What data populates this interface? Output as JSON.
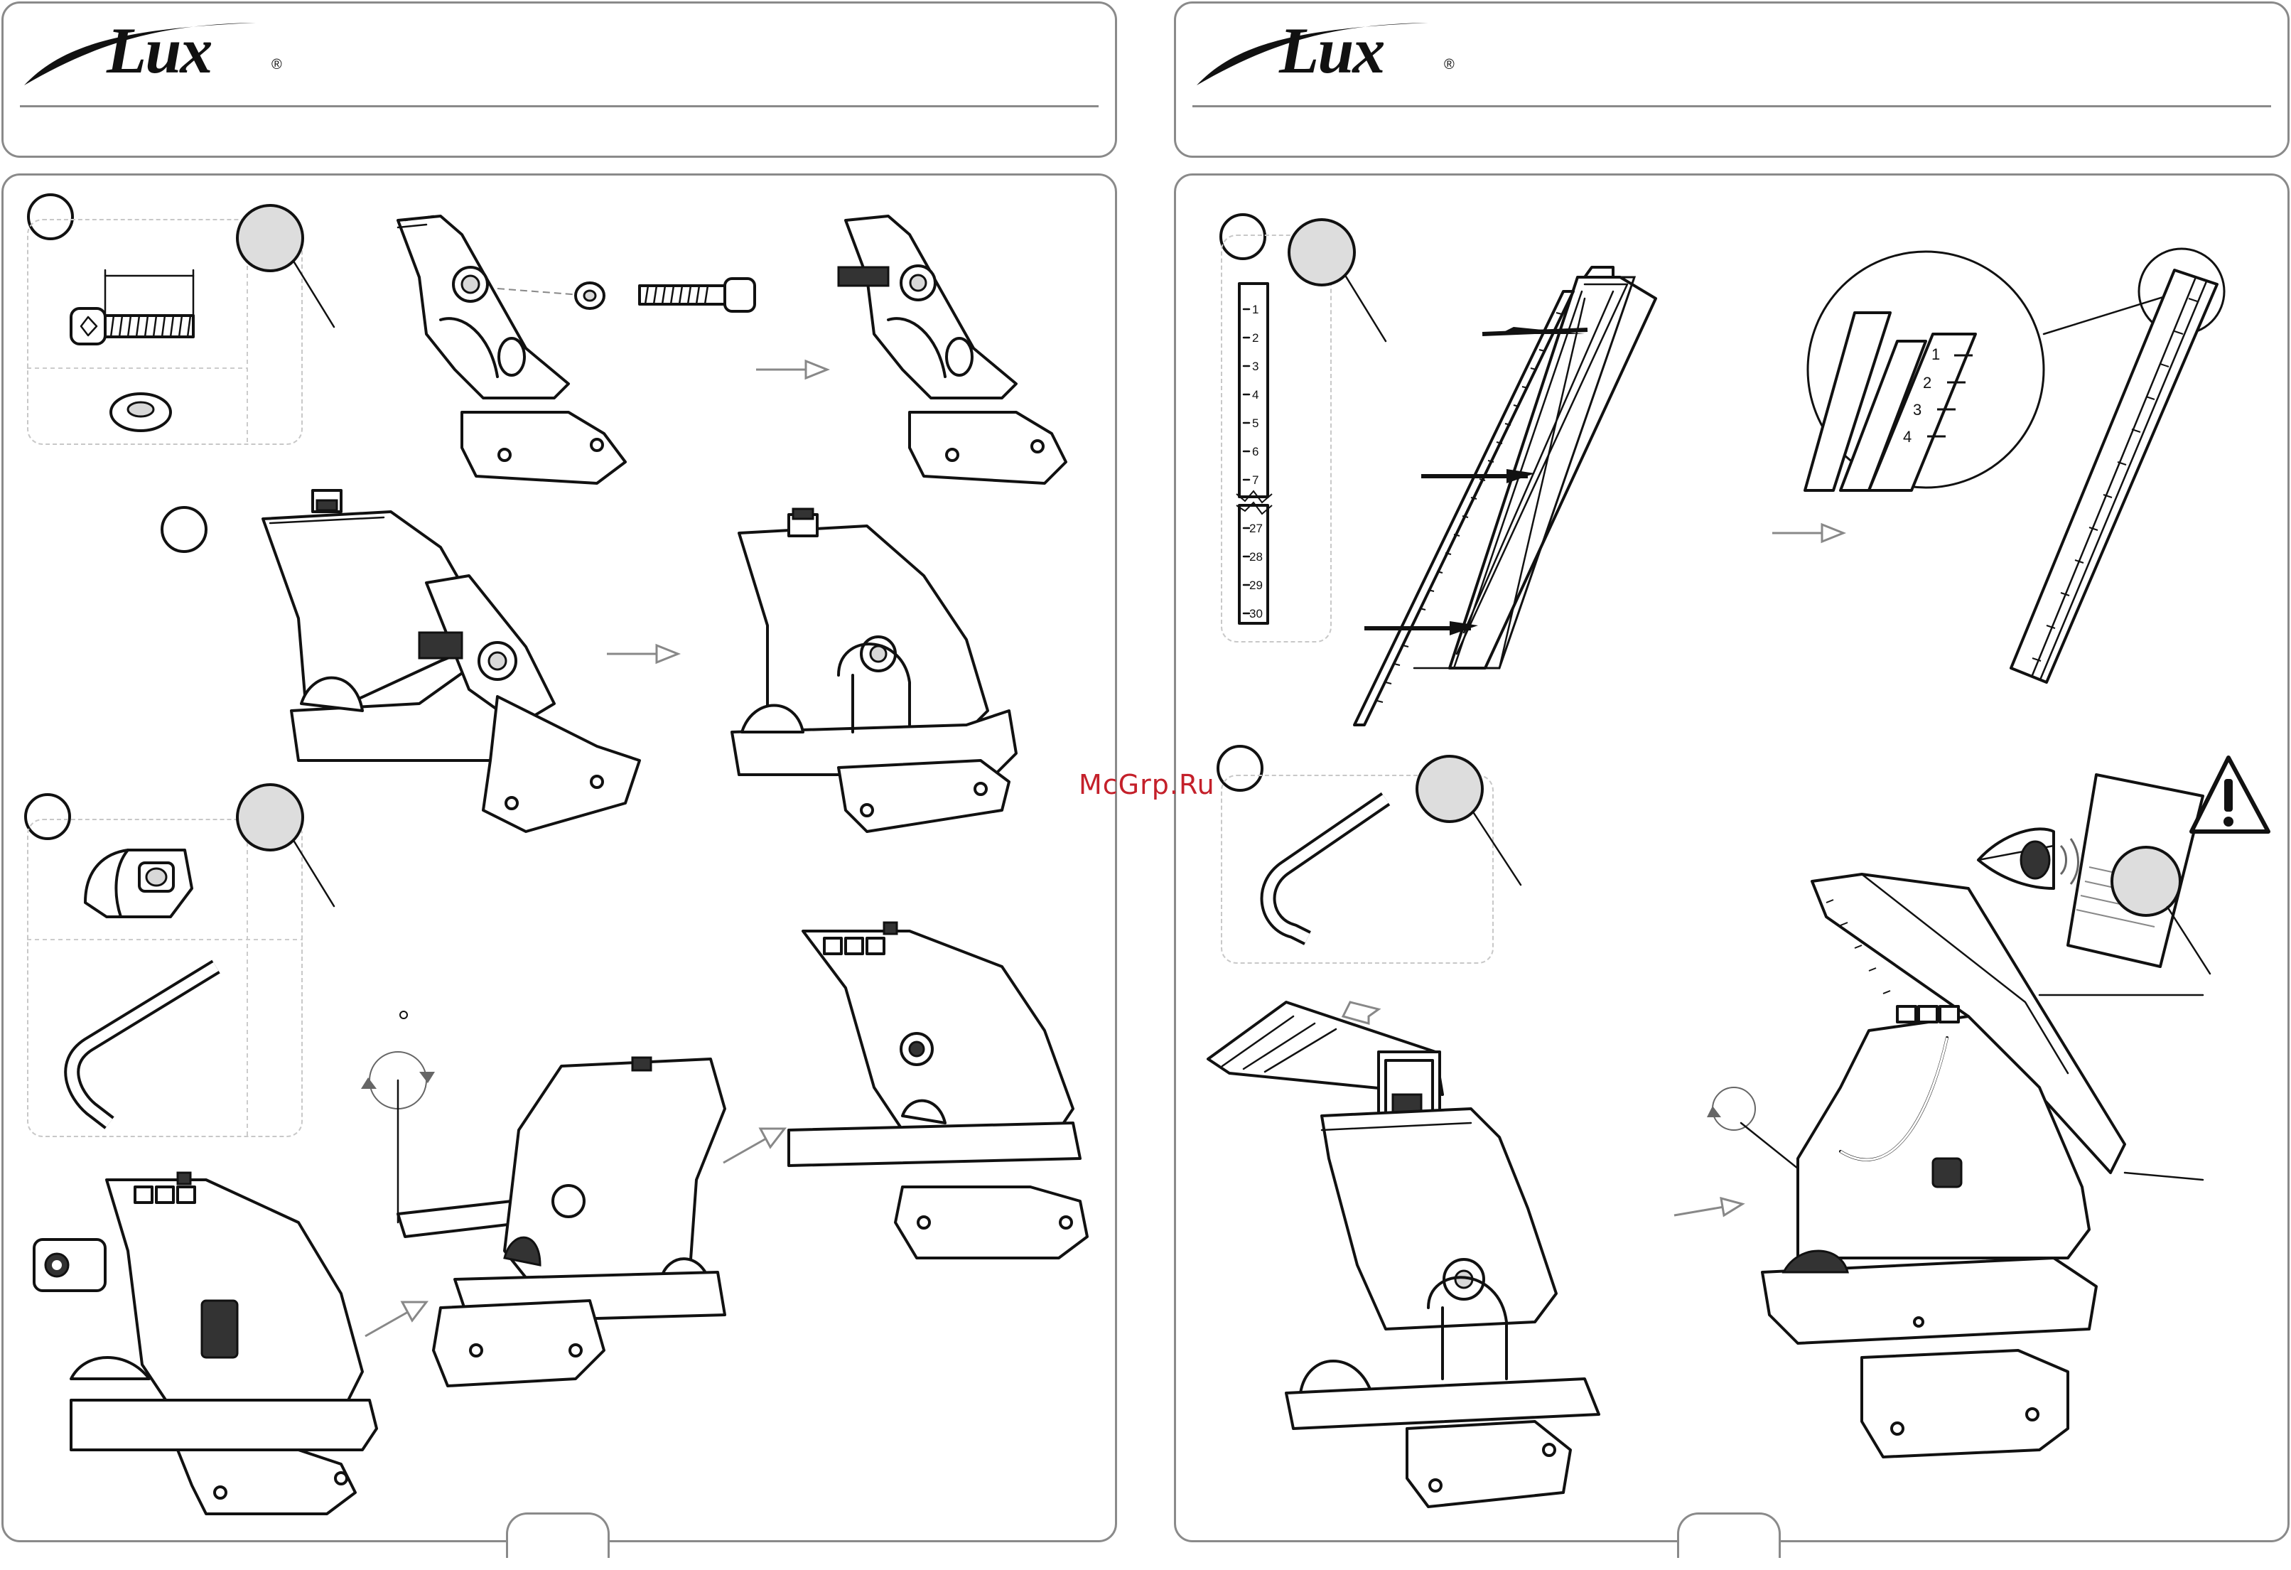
{
  "brand": {
    "name": "Lux",
    "registered": "®"
  },
  "watermark": "McGrp.Ru",
  "ruler_labels": [
    "1",
    "2",
    "3",
    "4",
    "5",
    "6",
    "7",
    "27",
    "28",
    "29",
    "30"
  ],
  "zoom_labels": [
    "1",
    "2",
    "3",
    "4"
  ]
}
